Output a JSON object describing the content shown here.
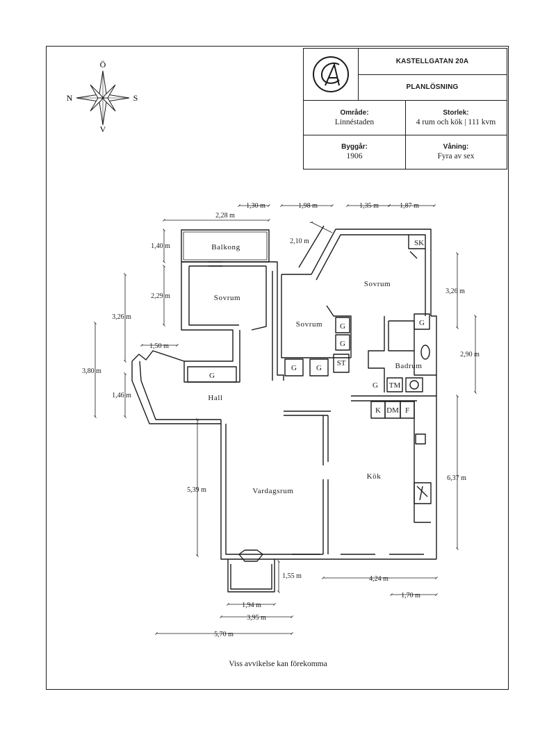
{
  "title_block": {
    "address": "KASTELLGATAN 20A",
    "subtitle": "PLANLÖSNING",
    "logo_icon": "monogram-logo",
    "area": {
      "label": "Område:",
      "value": "Linnéstaden"
    },
    "size": {
      "label": "Storlek:",
      "value": "4 rum och kök | 111 kvm"
    },
    "built": {
      "label": "Byggår:",
      "value": "1906"
    },
    "floor": {
      "label": "Våning:",
      "value": "Fyra av sex"
    }
  },
  "compass": {
    "north": "Ö",
    "west": "N",
    "east": "S",
    "south": "V"
  },
  "rooms": {
    "balkong": "Balkong",
    "sovrum_1": "Sovrum",
    "sovrum_2": "Sovrum",
    "sovrum_3": "Sovrum",
    "hall": "Hall",
    "vardagsrum": "Vardagsrum",
    "kok": "Kök",
    "badrum": "Badrum"
  },
  "fixtures": {
    "sk": "SK",
    "g": "G",
    "st": "ST",
    "tm": "TM",
    "k": "K",
    "dm": "DM",
    "f": "F"
  },
  "dimensions": {
    "d_228": "2,28 m",
    "d_130": "1,30 m",
    "d_198": "1,98 m",
    "d_135": "1,35 m",
    "d_187": "1,87 m",
    "d_210": "2,10 m",
    "d_140": "1,40 m",
    "d_229": "2,29 m",
    "d_326_left": "3,26 m",
    "d_326_right": "3,26 m",
    "d_380": "3,80 m",
    "d_150": "1,50 m",
    "d_146": "1,46 m",
    "d_290": "2,90 m",
    "d_539": "5,39 m",
    "d_637": "6,37 m",
    "d_155": "1,55 m",
    "d_424": "4,24 m",
    "d_170": "1,70 m",
    "d_194": "1,94 m",
    "d_395": "3,95 m",
    "d_570": "5,70 m"
  },
  "footer_note": "Viss avvikelse kan förekomma"
}
